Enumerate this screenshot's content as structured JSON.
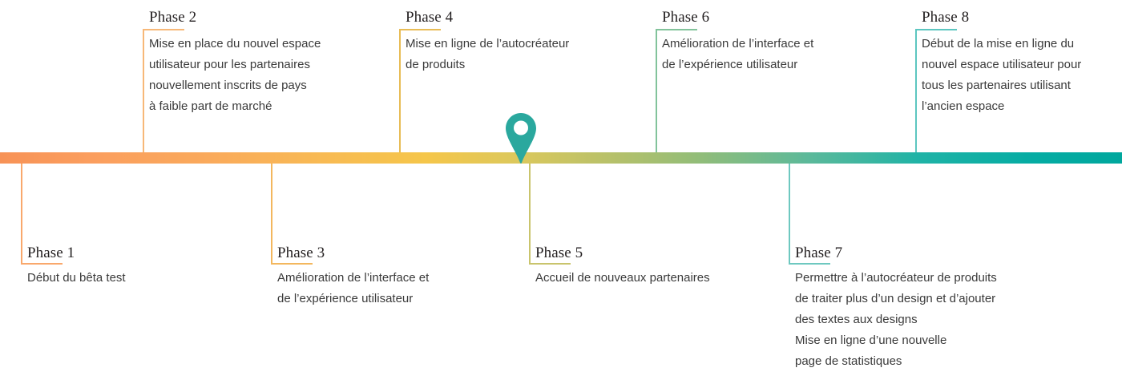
{
  "timeline": {
    "bar": {
      "gradient_start": "#f79256",
      "gradient_mid": "#f5c64a",
      "gradient_end": "#00a79d"
    },
    "marker": {
      "name": "current-position-pin",
      "color": "#2aa89e",
      "inner_color": "#ffffff"
    },
    "phases": [
      {
        "id": "phase-1",
        "title": "Phase 1",
        "body": "Début du bêta test",
        "position": "bottom",
        "color": "#f9a86c"
      },
      {
        "id": "phase-2",
        "title": "Phase 2",
        "body": "Mise en place du nouvel espace\nutilisateur pour les partenaires\nnouvellement inscrits de pays\nà faible part de marché",
        "position": "top",
        "color": "#f7b878"
      },
      {
        "id": "phase-3",
        "title": "Phase 3",
        "body": "Amélioration de l’interface et\nde l’expérience utilisateur",
        "position": "bottom",
        "color": "#f3b75e"
      },
      {
        "id": "phase-4",
        "title": "Phase 4",
        "body": "Mise en ligne de l’autocréateur\nde produits",
        "position": "top",
        "color": "#e8bc55"
      },
      {
        "id": "phase-5",
        "title": "Phase 5",
        "body": "Accueil de nouveaux partenaires",
        "position": "bottom",
        "color": "#c9c46c"
      },
      {
        "id": "phase-6",
        "title": "Phase 6",
        "body": "Amélioration de l’interface et\nde l’expérience utilisateur",
        "position": "top",
        "color": "#82c39b"
      },
      {
        "id": "phase-7",
        "title": "Phase 7",
        "body": "Permettre à l’autocréateur de produits\nde traiter plus d’un design et d’ajouter\ndes textes aux designs\nMise en ligne d’une nouvelle\npage de statistiques",
        "position": "bottom",
        "color": "#6ec8c0"
      },
      {
        "id": "phase-8",
        "title": "Phase 8",
        "body": "Début de la mise en ligne du\nnouvel espace utilisateur pour\ntous les partenaires utilisant\nl’ancien espace",
        "position": "top",
        "color": "#5cc6c0"
      }
    ]
  }
}
